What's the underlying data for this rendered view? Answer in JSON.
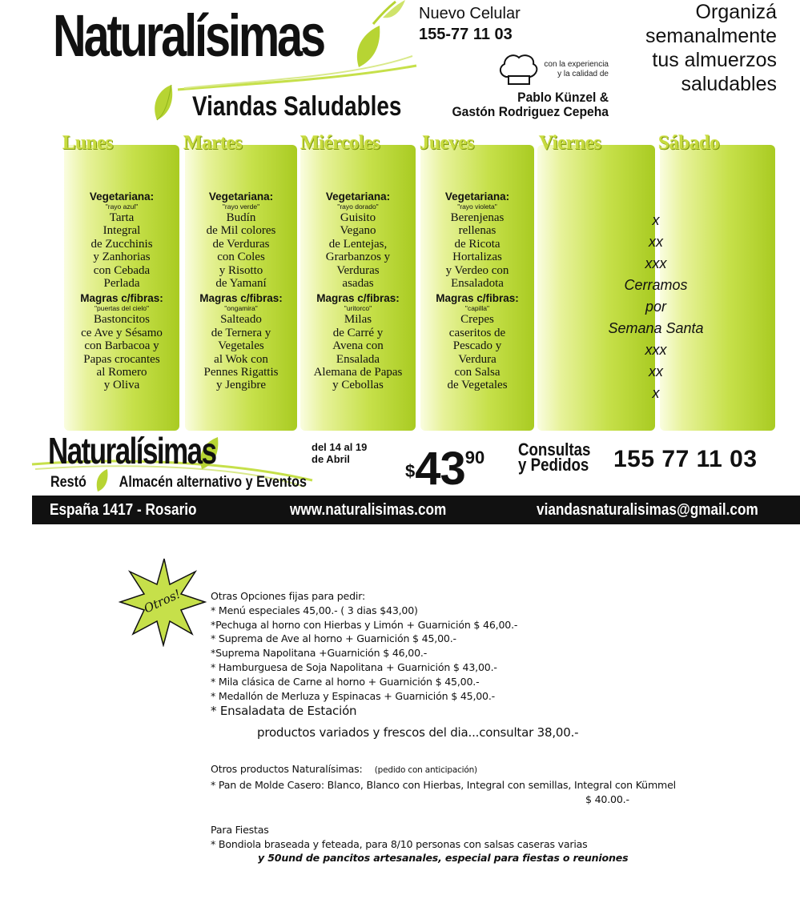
{
  "header": {
    "brand": "Naturalísimas",
    "subtitle": "Viandas Saludables",
    "celular_label": "Nuevo Celular",
    "celular_number": "155-77 11 03",
    "chef_note_1": "con la experiencia",
    "chef_note_2": "y la calidad de",
    "chef_1": "Pablo Künzel &",
    "chef_2": "Gastón Rodriguez Cepeha",
    "tagline_1": "Organizá",
    "tagline_2": "semanalmente",
    "tagline_3": "tus almuerzos",
    "tagline_4": "saludables"
  },
  "days": [
    {
      "name": "Lunes",
      "veg_label": "Vegetariana:",
      "veg_sub": "\"rayo azul\"",
      "veg_dish": [
        "Tarta",
        "Integral",
        "de Zucchinis",
        "y Zanhorias",
        "con Cebada",
        "Perlada"
      ],
      "mag_label": "Magras c/fibras:",
      "mag_sub": "\"puertas del cielo\"",
      "mag_dish": [
        "Bastoncitos",
        "ce Ave y Sésamo",
        "con Barbacoa y",
        "Papas crocantes",
        "al Romero",
        "y Oliva"
      ]
    },
    {
      "name": "Martes",
      "veg_label": "Vegetariana:",
      "veg_sub": "\"rayo verde\"",
      "veg_dish": [
        "Budín",
        "de Mil colores",
        "de Verduras",
        "con Coles",
        "y Risotto",
        "de Yamaní"
      ],
      "mag_label": "Magras c/fibras:",
      "mag_sub": "\"ongamira\"",
      "mag_dish": [
        "Salteado",
        "de Ternera y",
        "Vegetales",
        "al Wok con",
        "Pennes Rigattis",
        "y Jengibre"
      ]
    },
    {
      "name": "Miércoles",
      "veg_label": "Vegetariana:",
      "veg_sub": "\"rayo dorado\"",
      "veg_dish": [
        "Guisito",
        "Vegano",
        "de Lentejas,",
        "Grarbanzos y",
        "Verduras",
        "asadas"
      ],
      "mag_label": "Magras c/fibras:",
      "mag_sub": "\"uritorco\"",
      "mag_dish": [
        "Milas",
        "de Carré y",
        "Avena con",
        "Ensalada",
        "Alemana de Papas",
        "y Cebollas"
      ]
    },
    {
      "name": "Jueves",
      "veg_label": "Vegetariana:",
      "veg_sub": "\"rayo violeta\"",
      "veg_dish": [
        "Berenjenas",
        "rellenas",
        "de Ricota",
        "Hortalizas",
        "y Verdeo con",
        "Ensaladota"
      ],
      "mag_label": "Magras c/fibras:",
      "mag_sub": "\"capilla\"",
      "mag_dish": [
        "Crepes",
        "caseritos de",
        "Pescado y",
        "Verdura",
        "con Salsa",
        "de Vegetales"
      ]
    },
    {
      "name": "Viernes"
    },
    {
      "name": "Sábado"
    }
  ],
  "closed_notice": [
    "x",
    "xx",
    "xxx",
    "Cerramos",
    "por",
    "Semana Santa",
    "xxx",
    "xx",
    "x"
  ],
  "footer": {
    "brand": "Naturalísimas",
    "sub_a": "Restó",
    "sub_b": "Almacén alternativo y Eventos",
    "dates_1": "del 14 al 19",
    "dates_2": "de Abril",
    "price_currency": "$",
    "price_int": "43",
    "price_dec": "90",
    "consultas_1": "Consultas",
    "consultas_2": "y Pedidos",
    "phone": "155 77 11 03",
    "address": "España 1417 - Rosario",
    "website": "www.naturalisimas.com",
    "email": "viandasnaturalisimas@gmail.com"
  },
  "otros": {
    "badge": "Otros!",
    "title": "Otras Opciones fijas para pedir:",
    "items": [
      "* Menú especiales  45,00.-  ( 3 dias $43,00)",
      "*Pechuga al horno con Hierbas y Limón + Guarnición $ 46,00.-",
      "* Suprema de Ave al horno + Guarnición $ 45,00.-",
      "*Suprema Napolitana +Guarnición  $ 46,00.-",
      "* Hamburguesa de Soja Napolitana + Guarnición  $ 43,00.-",
      "*  Mila clásica de Carne al horno +  Guarnición $ 45,00.-",
      "* Medallón de Merluza y Espinacas + Guarnición $ 45,00.-"
    ],
    "ensalada": "* Ensaladata de Estación",
    "ensalada_detail": "productos variados y frescos del dia...consultar  38,00.-",
    "productos_title": "Otros productos Naturalísimas:",
    "productos_note": "(pedido con anticipación)",
    "pan": "* Pan de Molde Casero: Blanco, Blanco con Hierbas, Integral con semillas, Integral con Kümmel",
    "pan_price": "$ 40.00.-",
    "fiestas_title": "Para Fiestas",
    "bondiola": "* Bondiola braseada y feteada, para 8/10 personas con salsas caseras varias",
    "pancitos": "y 50und de pancitos artesanales, especial para fiestas o reuniones"
  },
  "colors": {
    "lime": "#c6e04a",
    "lime_dark": "#8fb41a",
    "leaf": "#b7d433",
    "bar": "#111111"
  }
}
